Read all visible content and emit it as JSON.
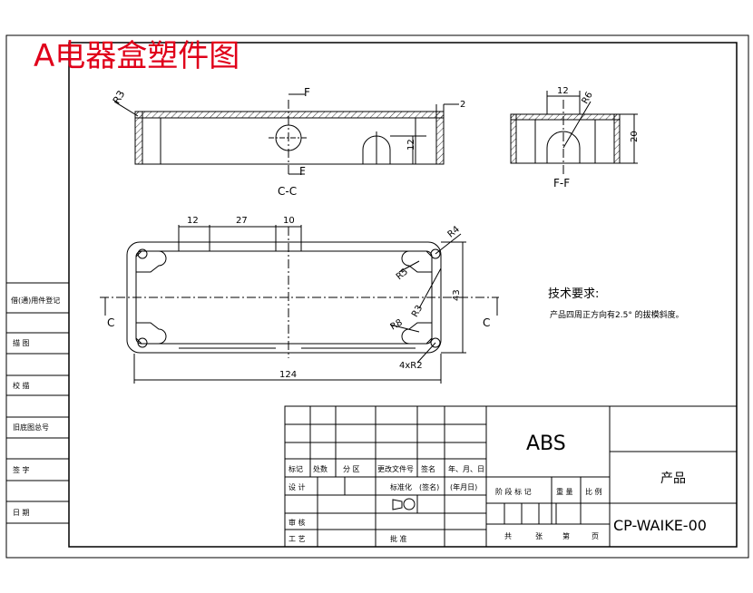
{
  "title": "A电器盒塑件图",
  "views": {
    "section_label": "C-C",
    "section_label_ff": "F-F",
    "cut_f": "F",
    "cut_c": "C"
  },
  "dims": {
    "r3": "R3",
    "wall": "2",
    "slot_h": "12",
    "ff_w": "12",
    "r6": "R6",
    "h20": "20",
    "d12": "12",
    "d27": "27",
    "d10": "10",
    "r4": "R4",
    "r5": "R5",
    "r3b": "R3",
    "r8": "R8",
    "h43": "43",
    "len124": "124",
    "corner": "4xR2"
  },
  "tech": {
    "heading": "技术要求:",
    "note": "产品四周正方向有2.5° 的拔模斜度。"
  },
  "left_column": [
    "借(通)用件登记",
    "描 图",
    "校 描",
    "旧底图总号",
    "签 字",
    "日 期"
  ],
  "title_block": {
    "material": "ABS",
    "name": "产品",
    "drawing_no": "CP-WAIKE-00",
    "rev_headers": [
      "标记",
      "处数",
      "分 区",
      "更改文件号",
      "签名",
      "年、月、日"
    ],
    "sign_rows": [
      "设 计",
      "审 核",
      "工 艺"
    ],
    "std": "标准化",
    "sig": "(签名)",
    "date": "(年月日)",
    "approve": "批 准",
    "stage_headers": [
      "阶 段 标 记",
      "重 量",
      "比 例"
    ],
    "sheet_info": [
      "共",
      "张",
      "第",
      "页"
    ]
  }
}
